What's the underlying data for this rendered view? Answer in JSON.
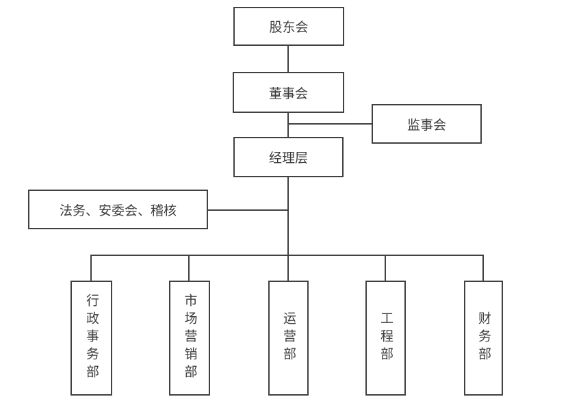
{
  "diagram": {
    "type": "org-chart",
    "nodes": {
      "shareholders": "股东会",
      "board": "董事会",
      "supervisory": "监事会",
      "management": "经理层",
      "staff_offices": "法务、安委会、稽核",
      "dept_admin": "行政事务部",
      "dept_marketing": "市场营销部",
      "dept_operations": "运营部",
      "dept_engineering": "工程部",
      "dept_finance": "财务部"
    },
    "edges": [
      {
        "from": "股东会",
        "to": "董事会"
      },
      {
        "from": "董事会",
        "to": "监事会"
      },
      {
        "from": "董事会",
        "to": "经理层"
      },
      {
        "from": "经理层",
        "to": "法务、安委会、稽核"
      },
      {
        "from": "经理层",
        "to": "行政事务部"
      },
      {
        "from": "经理层",
        "to": "市场营销部"
      },
      {
        "from": "经理层",
        "to": "运营部"
      },
      {
        "from": "经理层",
        "to": "工程部"
      },
      {
        "from": "经理层",
        "to": "财务部"
      }
    ],
    "colors": {
      "line": "#404040",
      "text": "#3c3c3c",
      "background": "#ffffff"
    }
  }
}
